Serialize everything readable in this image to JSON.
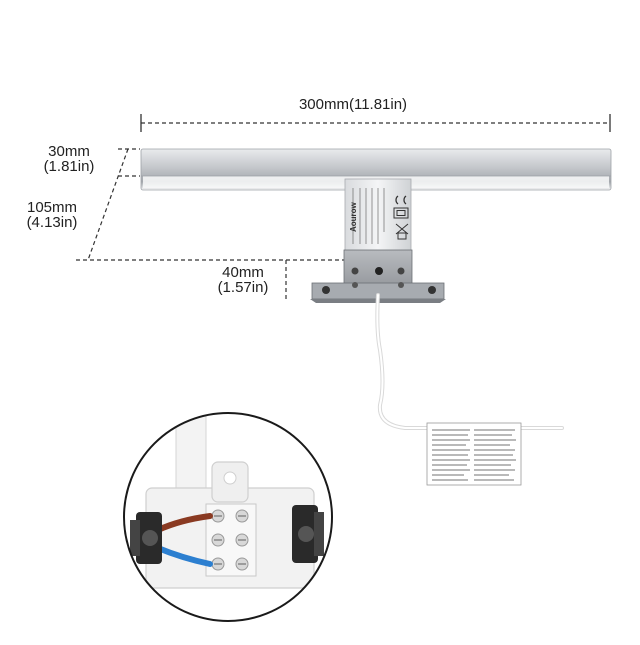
{
  "dimensions": {
    "width": {
      "metric": "300mm",
      "imperial": "(11.81in)"
    },
    "thickness": {
      "metric": "30mm",
      "imperial": "(1.81in)"
    },
    "height": {
      "metric": "105mm",
      "imperial": "(4.13in)"
    },
    "arm_depth": {
      "metric": "40mm",
      "imperial": "(1.57in)"
    }
  },
  "product": {
    "brand": "Aourow"
  },
  "colors": {
    "bar_light": "#f4f5f6",
    "bar_mid": "#c8cbcf",
    "bar_dark": "#8e9297",
    "cable": "#f2f2f2",
    "wire_brown": "#8a3a22",
    "wire_blue": "#2c7fd0",
    "terminal_block": "#eeeeee",
    "grommet": "#2a2a2a",
    "dim_line": "#333333"
  },
  "icons": [
    "ce-mark-icon",
    "class-ii-icon",
    "weee-bin-icon"
  ]
}
